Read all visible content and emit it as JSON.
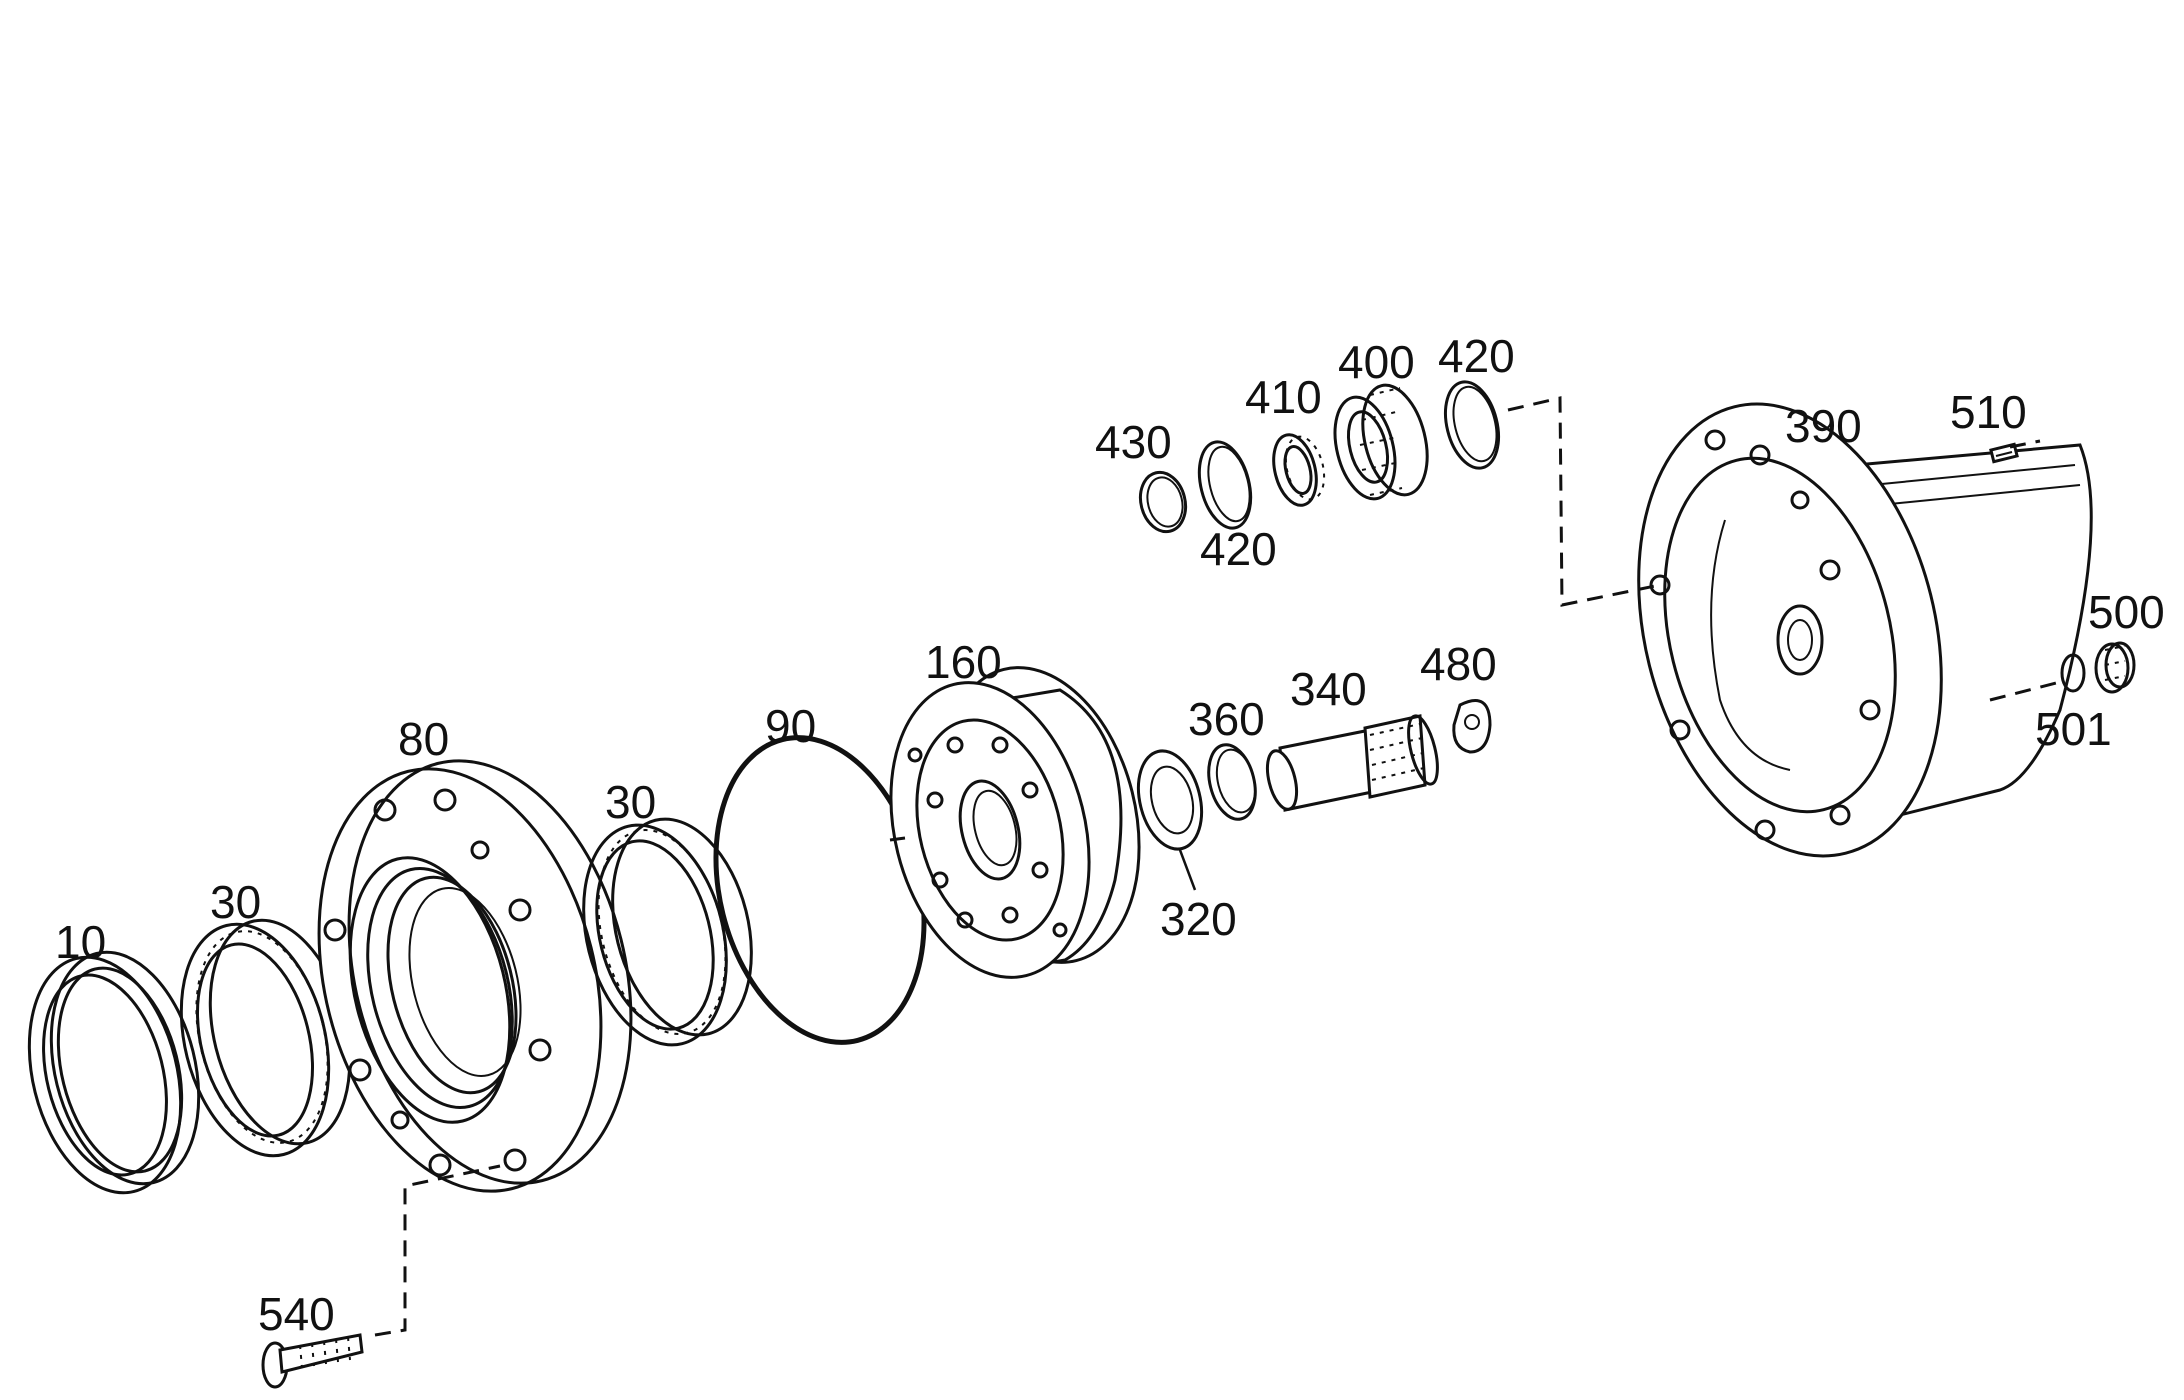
{
  "labels": {
    "p10": "10",
    "p30a": "30",
    "p80": "80",
    "p30b": "30",
    "p90": "90",
    "p160": "160",
    "p320": "320",
    "p360": "360",
    "p340": "340",
    "p480": "480",
    "p430": "430",
    "p420a": "420",
    "p410": "410",
    "p400": "400",
    "p420b": "420",
    "p390": "390",
    "p510": "510",
    "p500": "500",
    "p501": "501",
    "p540": "540"
  }
}
